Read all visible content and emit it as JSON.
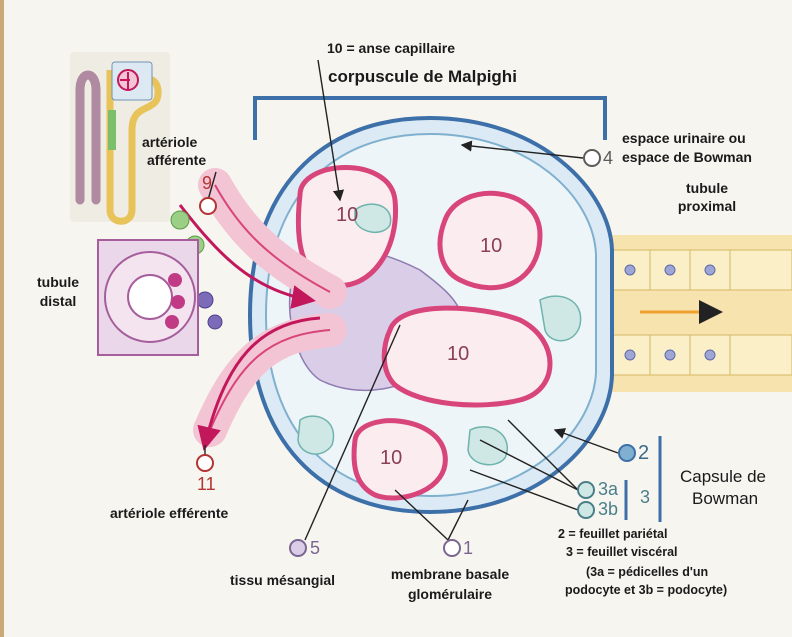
{
  "labels": {
    "anse_capillaire": "10 = anse capillaire",
    "corpuscule": "corpuscule de Malpighi",
    "espace_urinaire_1": "espace urinaire ou",
    "espace_urinaire_2": "espace de Bowman",
    "tubule_proximal_1": "tubule",
    "tubule_proximal_2": "proximal",
    "arteriole_afferente_1": "artériole",
    "arteriole_afferente_2": "afférente",
    "tubule_distal_1": "tubule",
    "tubule_distal_2": "distal",
    "arteriole_efferente": "artériole efférente",
    "tissu_mesangial": "tissu mésangial",
    "membrane_basale_1": "membrane basale",
    "membrane_basale_2": "glomérulaire",
    "capsule_1": "Capsule de",
    "capsule_2": "Bowman",
    "feuillet_parietal": "2 = feuillet pariétal",
    "feuillet_visceral": "3 = feuillet viscéral",
    "note_1": "(3a = pédicelles d'un",
    "note_2": "podocyte et 3b = podocyte)"
  },
  "numbers": {
    "loop_top": "10",
    "loop_right_top": "10",
    "loop_right_bottom": "10",
    "loop_bottom": "10",
    "n9": "9",
    "n11": "11",
    "n4": "4",
    "n2": "2",
    "n3": "3",
    "n3a": "3a",
    "n3b": "3b",
    "n5": "5",
    "n1": "1"
  }
}
